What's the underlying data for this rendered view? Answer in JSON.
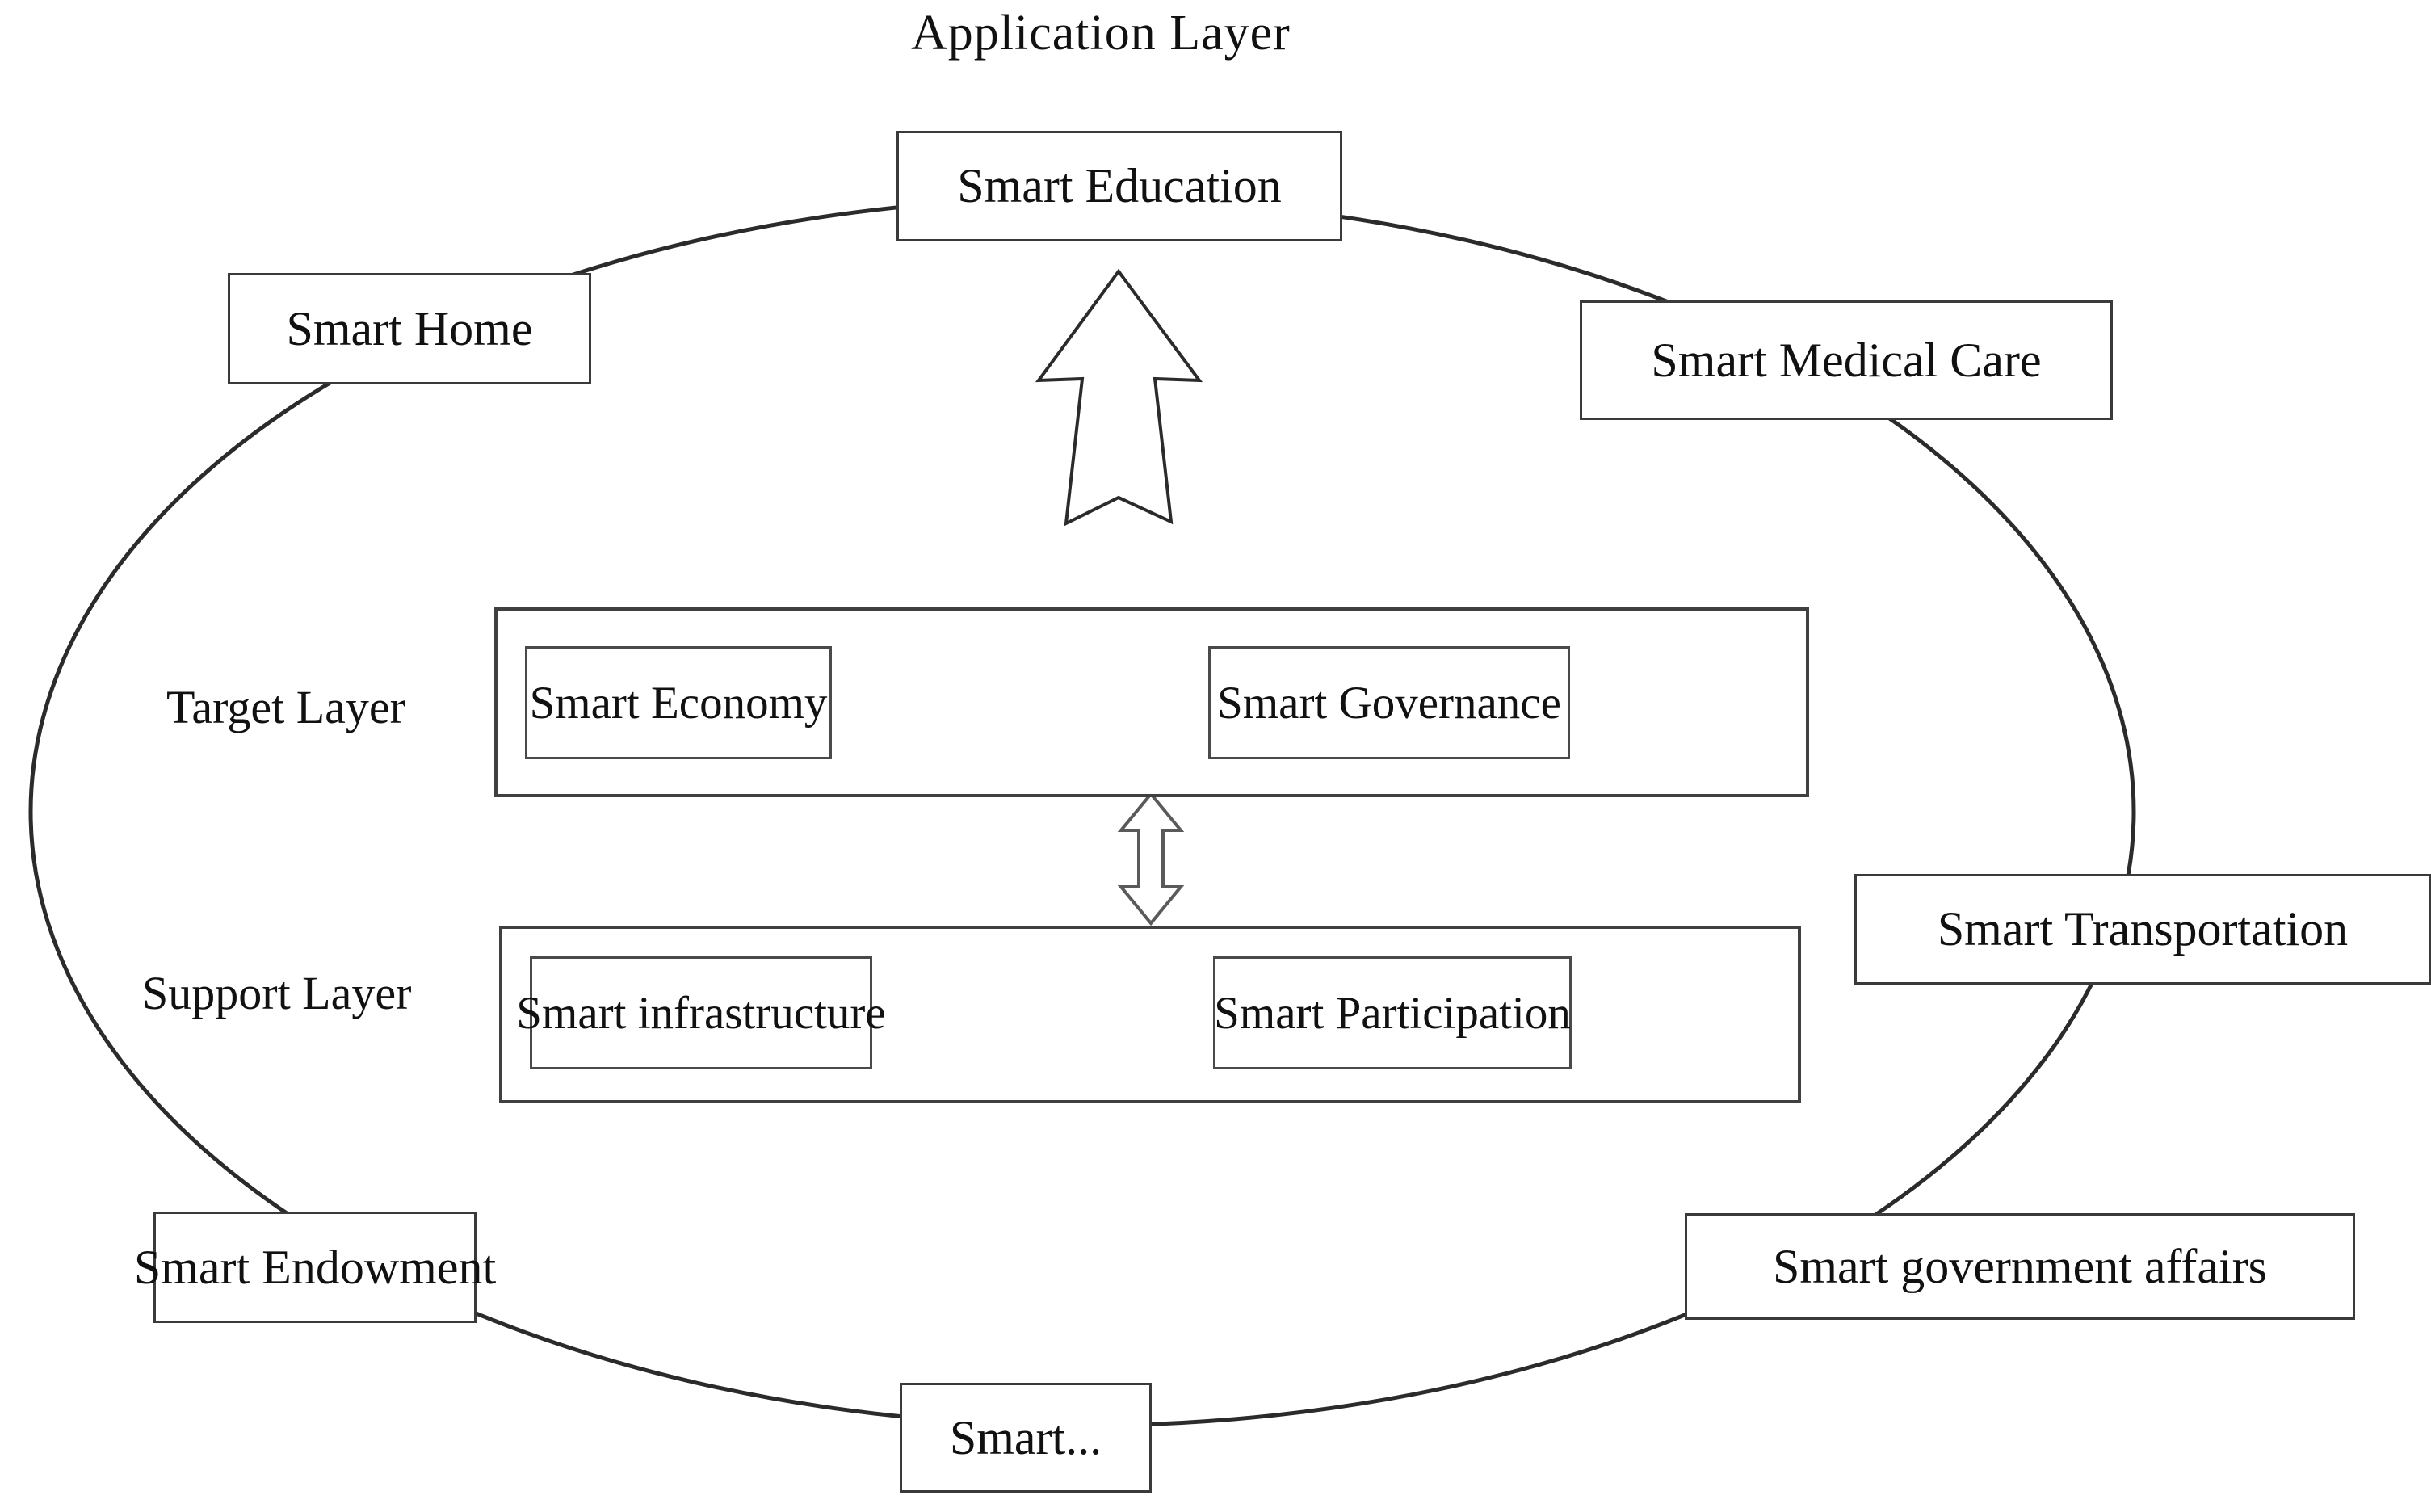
{
  "diagram": {
    "title": "Application Layer",
    "application_layer": {
      "label": "Application Layer",
      "nodes": [
        {
          "id": "smart-education",
          "label": "Smart Education"
        },
        {
          "id": "smart-home",
          "label": "Smart Home"
        },
        {
          "id": "smart-medical-care",
          "label": "Smart Medical Care"
        },
        {
          "id": "smart-transportation",
          "label": "Smart Transportation"
        },
        {
          "id": "smart-endowment",
          "label": "Smart Endowment"
        },
        {
          "id": "smart-government-affairs",
          "label": "Smart government affairs"
        },
        {
          "id": "smart-more",
          "label": "Smart..."
        }
      ]
    },
    "target_layer": {
      "label": "Target Layer",
      "items": [
        {
          "id": "smart-economy",
          "label": "Smart Economy"
        },
        {
          "id": "smart-governance",
          "label": "Smart Governance"
        }
      ]
    },
    "support_layer": {
      "label": "Support Layer",
      "items": [
        {
          "id": "smart-infrastructure",
          "label": "Smart infrastructure"
        },
        {
          "id": "smart-participation",
          "label": "Smart Participation"
        }
      ]
    },
    "connectors": [
      {
        "id": "big-up-arrow",
        "name": "upward-arrow-icon",
        "direction": "up",
        "from": "target-layer",
        "to": "smart-education"
      },
      {
        "id": "bidirectional-arrow",
        "name": "double-headed-arrow-icon",
        "direction": "both",
        "from": "target-layer",
        "to": "support-layer"
      },
      {
        "id": "application-ellipse",
        "name": "ellipse-ring",
        "direction": "none",
        "from": "",
        "to": ""
      }
    ],
    "colors": {
      "background": "#ffffff",
      "stroke": "#3a3a3a",
      "text": "#111111",
      "ellipse_stroke": "#2b2b2b"
    }
  }
}
